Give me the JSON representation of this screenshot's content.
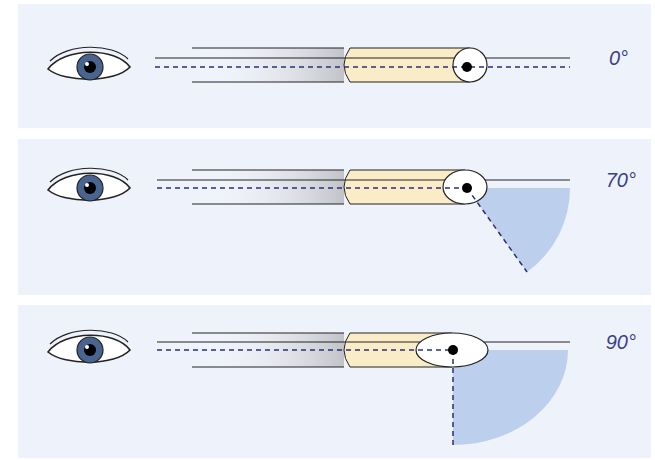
{
  "diagram": {
    "labels": [
      "0°",
      "70°",
      "90°"
    ]
  }
}
